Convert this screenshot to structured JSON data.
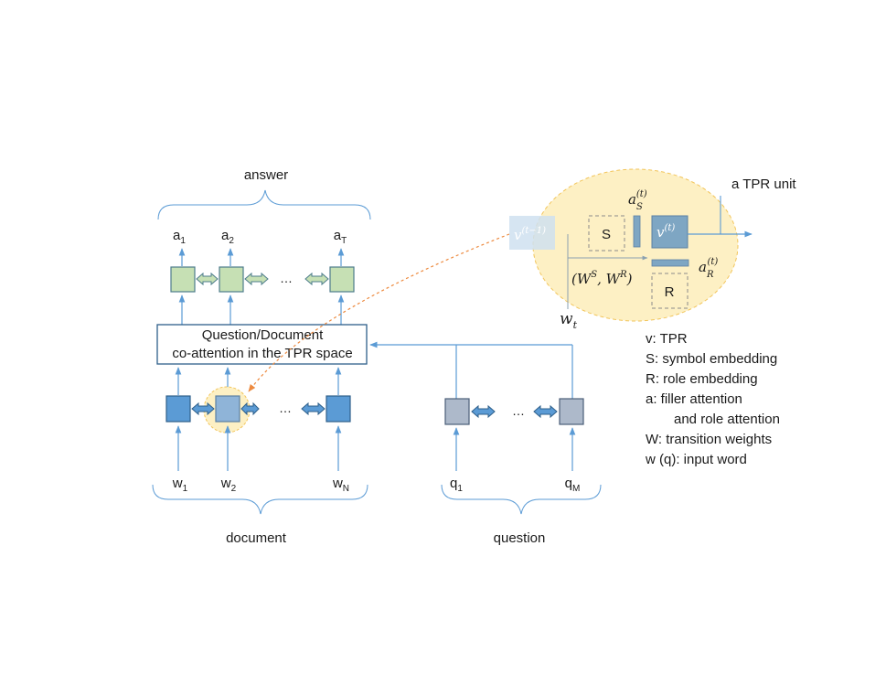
{
  "labels": {
    "answer": "answer",
    "document": "document",
    "question": "question",
    "coattention_line1": "Question/Document",
    "coattention_line2": "co-attention in the TPR space",
    "tpr_unit": "a TPR unit",
    "ellipsis": "…"
  },
  "answer_nodes": [
    {
      "base": "a",
      "sub": "1"
    },
    {
      "base": "a",
      "sub": "2"
    },
    {
      "base": "a",
      "sub": "T"
    }
  ],
  "document_words": [
    {
      "base": "w",
      "sub": "1"
    },
    {
      "base": "w",
      "sub": "2"
    },
    {
      "base": "w",
      "sub": "N"
    }
  ],
  "question_words": [
    {
      "base": "q",
      "sub": "1"
    },
    {
      "base": "q",
      "sub": "M"
    }
  ],
  "tpr": {
    "v_prev": {
      "base": "v",
      "sup": "(t−1)"
    },
    "v_curr": {
      "base": "v",
      "sup": "(t)"
    },
    "a_s": {
      "base": "a",
      "sup": "(t)",
      "sub": "S"
    },
    "a_r": {
      "base": "a",
      "sup": "(t)",
      "sub": "R"
    },
    "symbol_box": "S",
    "role_box": "R",
    "weights_open": "(W",
    "weights_s": "S",
    "weights_mid": ", W",
    "weights_r": "R",
    "weights_close": ")",
    "input": {
      "base": "w",
      "sub": "t"
    }
  },
  "legend": [
    "v: TPR",
    "S: symbol embedding",
    "R: role embedding",
    "a: filler attention",
    "and role attention",
    "W: transition weights",
    "w (q): input word"
  ],
  "colors": {
    "arrow": "#5b9bd5",
    "green_fill": "#c6e0b4",
    "green_stroke": "#4e7d8c",
    "doc_fill": "#5b9bd5",
    "doc_stroke": "#2e5f8a",
    "q_fill": "#adb9ca",
    "q_stroke": "#4a5d78",
    "highlight": "#fdf0c4",
    "highlight_stroke": "#f2c55b",
    "tpr_box": "#7ea6c3",
    "dashed_orange": "#ed8a3f"
  }
}
